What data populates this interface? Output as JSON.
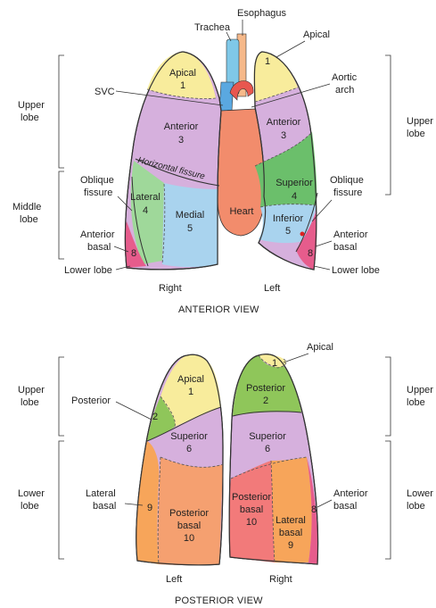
{
  "anterior": {
    "title": "ANTERIOR VIEW",
    "side_right": "Right",
    "side_left": "Left",
    "top_labels": {
      "esophagus": "Esophagus",
      "trachea": "Trachea"
    },
    "left_labels": {
      "upper_lobe": [
        "Upper",
        "lobe"
      ],
      "svc": "SVC",
      "oblique_fissure": [
        "Oblique",
        "fissure"
      ],
      "middle_lobe": [
        "Middle",
        "lobe"
      ],
      "anterior_basal": [
        "Anterior",
        "basal"
      ],
      "lower_lobe": "Lower lobe"
    },
    "right_labels": {
      "apical": "Apical",
      "aortic_arch": [
        "Aortic",
        "arch"
      ],
      "upper_lobe": [
        "Upper",
        "lobe"
      ],
      "oblique_fissure": [
        "Oblique",
        "fissure"
      ],
      "anterior_basal": [
        "Anterior",
        "basal"
      ],
      "lower_lobe": "Lower lobe"
    },
    "horizontal_fissure": "Horizontal fissure",
    "heart": "Heart",
    "right_lung_segments": [
      {
        "name": "Apical",
        "num": "1"
      },
      {
        "name": "Anterior",
        "num": "3"
      },
      {
        "name": "Lateral",
        "num": "4"
      },
      {
        "name": "Medial",
        "num": "5"
      },
      {
        "name": "",
        "num": "8"
      }
    ],
    "left_lung_segments": [
      {
        "name": "",
        "num": "1"
      },
      {
        "name": "Anterior",
        "num": "3"
      },
      {
        "name": "Superior",
        "num": "4"
      },
      {
        "name": "Inferior",
        "num": "5"
      },
      {
        "name": "",
        "num": "8"
      }
    ]
  },
  "posterior": {
    "title": "POSTERIOR VIEW",
    "side_left": "Left",
    "side_right": "Right",
    "left_labels": {
      "upper_lobe": [
        "Upper",
        "lobe"
      ],
      "posterior": "Posterior",
      "lower_lobe": [
        "Lower",
        "lobe"
      ],
      "lateral_basal": [
        "Lateral",
        "basal"
      ]
    },
    "right_labels": {
      "apical": "Apical",
      "upper_lobe": [
        "Upper",
        "lobe"
      ],
      "lower_lobe": [
        "Lower",
        "lobe"
      ],
      "anterior_basal": [
        "Anterior",
        "basal"
      ]
    },
    "left_lung_segments": [
      {
        "name": "Apical",
        "num": "1"
      },
      {
        "name": "",
        "num": "2"
      },
      {
        "name": "Superior",
        "num": "6"
      },
      {
        "name": "",
        "num": "9"
      },
      {
        "name": "Posterior basal",
        "num": "10"
      }
    ],
    "right_lung_segments": [
      {
        "name": "",
        "num": "1"
      },
      {
        "name": "Posterior",
        "num": "2"
      },
      {
        "name": "Superior",
        "num": "6"
      },
      {
        "name": "Posterior basal",
        "num": "10"
      },
      {
        "name": "Lateral basal",
        "num": "9"
      },
      {
        "name": "",
        "num": "8"
      }
    ]
  },
  "colors": {
    "apical": "#f8ec9c",
    "anterior": "#d6b0dd",
    "lateral": "#9fd89a",
    "medial": "#a9d3ee",
    "green_dark": "#6bbf6b",
    "anterior_basal": "#e65c8c",
    "posterior_green": "#8fc65a",
    "posterior_basal": "#f5a070",
    "lateral_basal_r": "#f7a55a",
    "posterior_basal_r": "#f27a7a",
    "heart": "#f28c6c",
    "trachea": "#7fc8e8",
    "svc": "#5aa8e0",
    "outline": "#333333"
  }
}
